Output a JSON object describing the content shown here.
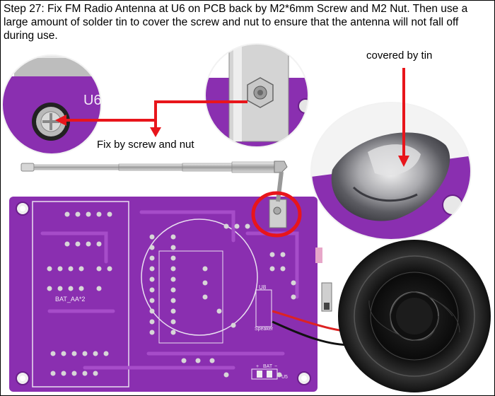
{
  "instruction_text": "Step 27: Fix FM Radio Antenna at U6 on PCB back by M2*6mm Screw and M2 Nut. Then use a large amount of solder tin to cover the screw and nut to ensure that the antenna will not fall off during use.",
  "annotations": {
    "fix_label": "Fix by screw and nut",
    "covered_label": "covered by tin"
  },
  "pcb_silkscreen": {
    "u6": "U6",
    "battery": "BAT_AA*2",
    "u8": "U8",
    "speaker": "Speaker",
    "bat": "BAT",
    "u5": "U5",
    "plus": "+",
    "minus": "−"
  },
  "colors": {
    "pcb_purple": "#8a2fb0",
    "highlight_red": "#e8151b",
    "arrow_red": "#e8151b"
  }
}
